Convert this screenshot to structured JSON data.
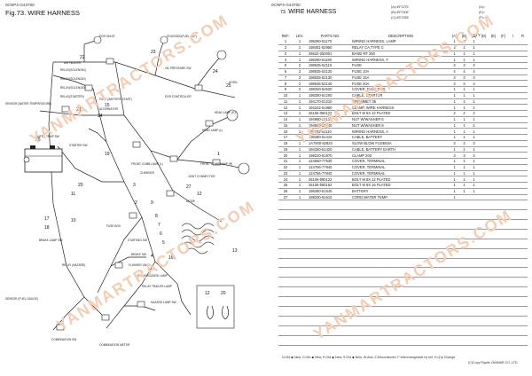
{
  "left": {
    "code": "0CNP4-G43700",
    "fig_title": "Fig.73.  WIRE HARNESS",
    "callouts": [
      "1",
      "2",
      "3",
      "4",
      "5",
      "6",
      "7",
      "8",
      "9",
      "10",
      "11",
      "12",
      "13",
      "14",
      "15",
      "16",
      "17",
      "18",
      "19",
      "20",
      "21",
      "22",
      "23",
      "24",
      "25",
      "26",
      "27"
    ],
    "labels": {
      "egr_valve": "EGR VALVE",
      "solenoid_fuel_cut": "SOLENOID(FUEL CUT)",
      "air_heater": "AIR HEATER",
      "oil_pressure_sw": "OIL PRESSURE SW",
      "relay_solenoid1": "RELAY(SOLENOID)",
      "relay_solenoid2": "RELAY(SOLENOID)",
      "relay_solenoid3": "RELAY(SOLENOID)",
      "egr_controller": "EGR CONTROLLER",
      "relay_starter": "RELAY(STARTER)",
      "horn": "HORN",
      "fuse_battery_start": "FUSE (BATTERY START)",
      "alternator": "ALTERNATOR",
      "sensor_water_temperature": "SENSOR (WATER TEMPERATURE)",
      "head_lamp_r": "HEAD LAMP (R)",
      "water_temp_sw": "WATER TEMP SW",
      "starter_sw": "STARTER SW",
      "head_lamp_l": "HEAD LAMP (L)",
      "front_comb_lamp_l": "FRONT COMB LAMP (L)",
      "front_comb_lamp_r": "FRONT COMB LAMP (R)",
      "charger": "CHARGER",
      "joint_connector": "JOINT CONNECTOR",
      "diode": "DIODE",
      "fuse_box": "FUSE BOX",
      "brake_lamp_sw": "BRAKE LAMP SW",
      "starting_sw": "STARTING SW",
      "brake_sw": "BRAKE SW",
      "relay_hazard": "RELAY (HAZARD)",
      "flasher_unit": "FLASHER UNIT",
      "relay_hazard_lamp": "RELAY HAZARD LAMP",
      "relay_trailer_lamp": "RELAY TRAILER LAMP",
      "hazard_lamp_sw": "HAZARD LAMP SW",
      "sensor_fuel_gauge": "SENSOR (FUEL GAUGE)",
      "combination_sw": "COMBINATION SW",
      "combination_meter": "COMBINATION METER"
    },
    "inset_numbers": [
      "12",
      "20"
    ]
  },
  "right": {
    "code": "0CNP4-G43700",
    "fig_number": "73.",
    "title": "WIRE HARNESS",
    "variants_a": [
      "(A)=EF227E",
      "(B)=EF230E",
      "(C)=EF235E"
    ],
    "variants_b": [
      "(D)=",
      "(E)=",
      "(F)="
    ],
    "headers": {
      "ref": "REF.",
      "lev": "LEV.",
      "parts_no": "PARTS NO.",
      "description": "DESCRIPTION",
      "qty": "QTY",
      "cols": [
        "(A)",
        "(B)",
        "(C)",
        "(D)",
        "(E)",
        "(F)"
      ],
      "i": "I",
      "r": "R"
    },
    "rows": [
      {
        "ref": "1",
        "lev": "1",
        "part": "198280-51170",
        "desc": "WIRING HARNESS, LAMP",
        "a": "1",
        "b": "1",
        "c": "1"
      },
      {
        "ref": "2",
        "lev": "1",
        "part": "198481-52950",
        "desc": "RELAY CA,TYPE C",
        "a": "1",
        "b": "1",
        "c": "1"
      },
      {
        "ref": "3",
        "lev": "1",
        "part": "26622-250001",
        "desc": "BAND RF 250",
        "a": "1",
        "b": "1",
        "c": "1"
      },
      {
        "ref": "4",
        "lev": "1",
        "part": "198280-51180",
        "desc": "WIRING HARNESS, F",
        "a": "1",
        "b": "1",
        "c": "1"
      },
      {
        "ref": "5",
        "lev": "2",
        "part": "198535-52110",
        "desc": "FUSE",
        "a": "3",
        "b": "3",
        "c": "3"
      },
      {
        "ref": "6",
        "lev": "2",
        "part": "198535-52120",
        "desc": "FUSE 10A",
        "a": "4",
        "b": "4",
        "c": "4"
      },
      {
        "ref": "7",
        "lev": "2",
        "part": "198535-52130",
        "desc": "FUSE 15A",
        "a": "3",
        "b": "3",
        "c": "3"
      },
      {
        "ref": "8",
        "lev": "2",
        "part": "198535-52140",
        "desc": "FUSE 20A",
        "a": "3",
        "b": "3",
        "c": "3"
      },
      {
        "ref": "9",
        "lev": "2",
        "part": "198200-52520",
        "desc": "COVER, FUSE BOX",
        "a": "1",
        "b": "1",
        "c": "1"
      },
      {
        "ref": "10",
        "lev": "1",
        "part": "198280-51200",
        "desc": "CABLE, STARTER",
        "a": "1",
        "b": "1",
        "c": "1"
      },
      {
        "ref": "11",
        "lev": "1",
        "part": "194170-01210",
        "desc": "GROMMET 35",
        "a": "1",
        "b": "1",
        "c": "1"
      },
      {
        "ref": "12",
        "lev": "1",
        "part": "194242-51860",
        "desc": "CLAMP, WIRE HARNESS",
        "a": "1",
        "b": "1",
        "c": "1"
      },
      {
        "ref": "13",
        "lev": "1",
        "part": "26106-060122",
        "desc": "BOLT M 6X 12 PLATED",
        "a": "2",
        "b": "2",
        "c": "2"
      },
      {
        "ref": "14",
        "lev": "1",
        "part": "194990-22130",
        "desc": "NUT W/WASHER 6",
        "a": "1",
        "b": "1",
        "c": "1"
      },
      {
        "ref": "15",
        "lev": "1",
        "part": "194990-22140",
        "desc": "NUT W/WASHER 8",
        "a": "1",
        "b": "1",
        "c": "1"
      },
      {
        "ref": "16",
        "lev": "1",
        "part": "198282-51110",
        "desc": "WIRING HARNESS, A",
        "a": "1",
        "b": "1",
        "c": "1"
      },
      {
        "ref": "17",
        "lev": "1",
        "part": "198280-51410",
        "desc": "CABLE, BATTERY",
        "a": "1",
        "b": "1",
        "c": "1"
      },
      {
        "ref": "18",
        "lev": "1",
        "part": "1A7000-52820",
        "desc": "SLOW BLOW FUSE60A",
        "a": "3",
        "b": "3",
        "c": "3"
      },
      {
        "ref": "19",
        "lev": "1",
        "part": "194250-51420",
        "desc": "CABLE, BATTERY EARTH",
        "a": "1",
        "b": "1",
        "c": "1"
      },
      {
        "ref": "20",
        "lev": "1",
        "part": "198220-51870",
        "desc": "CLAMP 200",
        "a": "3",
        "b": "3",
        "c": "3"
      },
      {
        "ref": "21",
        "lev": "1",
        "part": "124550-77530",
        "desc": "COVER, TERMINAL",
        "a": "1",
        "b": "1",
        "c": "1"
      },
      {
        "ref": "22",
        "lev": "1",
        "part": "124756-77940",
        "desc": "COVER, TERMINAL",
        "a": "1",
        "b": "1",
        "c": "1"
      },
      {
        "ref": "23",
        "lev": "1",
        "part": "124756-77940",
        "desc": "COVER, TERMINAL",
        "a": "1",
        "b": "1",
        "c": "1"
      },
      {
        "ref": "24",
        "lev": "1",
        "part": "26106-080122",
        "desc": "BOLT M 8X 12 PLATED",
        "a": "1",
        "b": "1",
        "c": "1"
      },
      {
        "ref": "25",
        "lev": "1",
        "part": "26106-080162",
        "desc": "BOLT M 8X 16 PLATED",
        "a": "1",
        "b": "1",
        "c": "1"
      },
      {
        "ref": "26",
        "lev": "1",
        "part": "198280-51540",
        "desc": "BATTERY",
        "a": "1",
        "b": "1",
        "c": "1"
      },
      {
        "ref": "27",
        "lev": "1",
        "part": "198200-51510",
        "desc": "CORD,WATER TEMP.",
        "a": "1",
        "b": "",
        "c": ""
      }
    ],
    "blank_rows": 15,
    "legend": "N:Old ◆ New,  O:Old ◆ New,  R:Old ◆ New,  S:Old ◆ New,  W:Add,  Z:Discontinued,  F:Interchangeable by set,  K:Q'ty Change",
    "copyright": "(C)Copy Rights YANMAR CO.,LTD."
  },
  "watermark": "YANMARTRACTORS.COM",
  "colors": {
    "watermark": "#f3cdb4",
    "line": "#222222",
    "grid": "#9a9a9a"
  }
}
